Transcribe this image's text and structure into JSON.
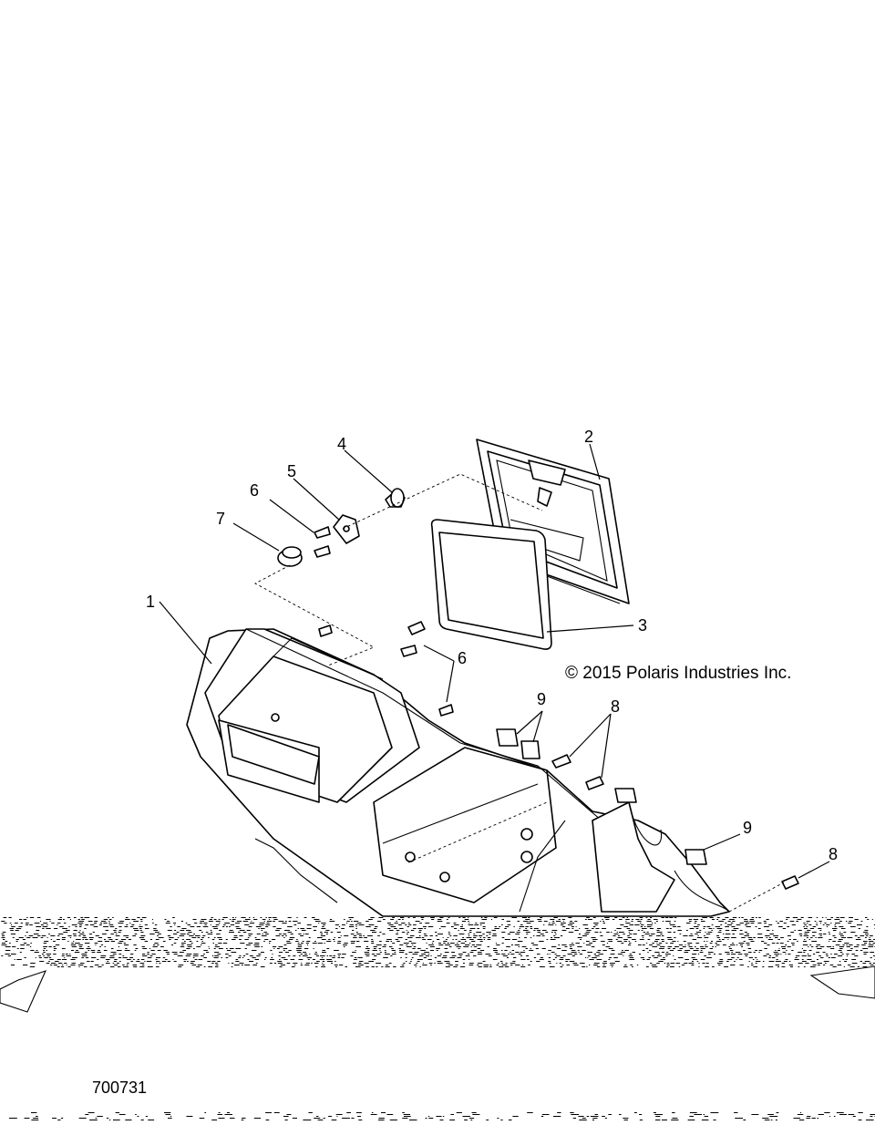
{
  "callouts": {
    "c1": "1",
    "c2": "2",
    "c3": "3",
    "c4": "4",
    "c5": "5",
    "c6a": "6",
    "c6b": "6",
    "c7": "7",
    "c8a": "8",
    "c8b": "8",
    "c9a": "9",
    "c9b": "9"
  },
  "copyright": "© 2015 Polaris Industries Inc.",
  "figure_number": "700731"
}
